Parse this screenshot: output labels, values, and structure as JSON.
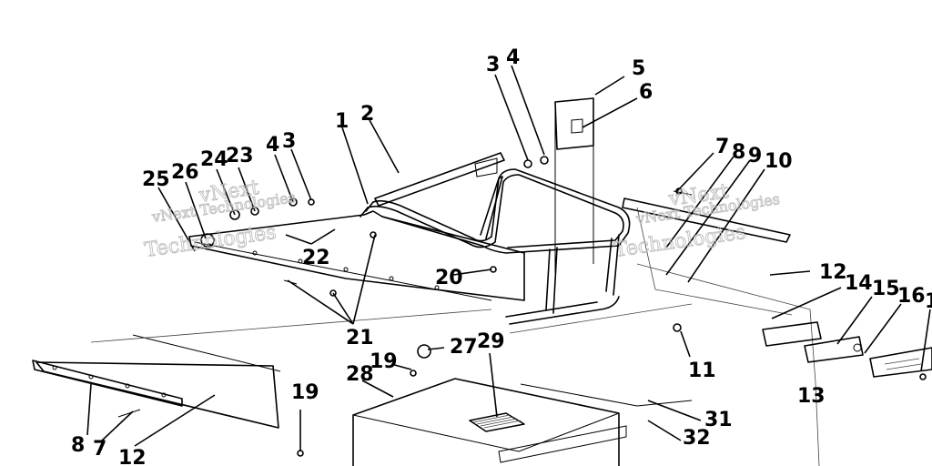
{
  "watermark": {
    "line1": "vNext Technologies",
    "line2": "Technologies",
    "mark": "vNext"
  },
  "callouts": {
    "c1": "1",
    "c2": "2",
    "c3a": "3",
    "c3b": "3",
    "c4a": "4",
    "c4b": "4",
    "c5": "5",
    "c6": "6",
    "c7a": "7",
    "c7b": "7",
    "c8a": "8",
    "c8b": "8",
    "c9": "9",
    "c10": "10",
    "c11": "11",
    "c12a": "12",
    "c12b": "12",
    "c13": "13",
    "c14": "14",
    "c15": "15",
    "c16": "16",
    "c17": "1",
    "c19a": "19",
    "c19b": "19",
    "c20": "20",
    "c21": "21",
    "c22": "22",
    "c23": "23",
    "c24": "24",
    "c25": "25",
    "c26": "26",
    "c27": "27",
    "c28": "28",
    "c29": "29",
    "c31": "31",
    "c32": "32"
  }
}
